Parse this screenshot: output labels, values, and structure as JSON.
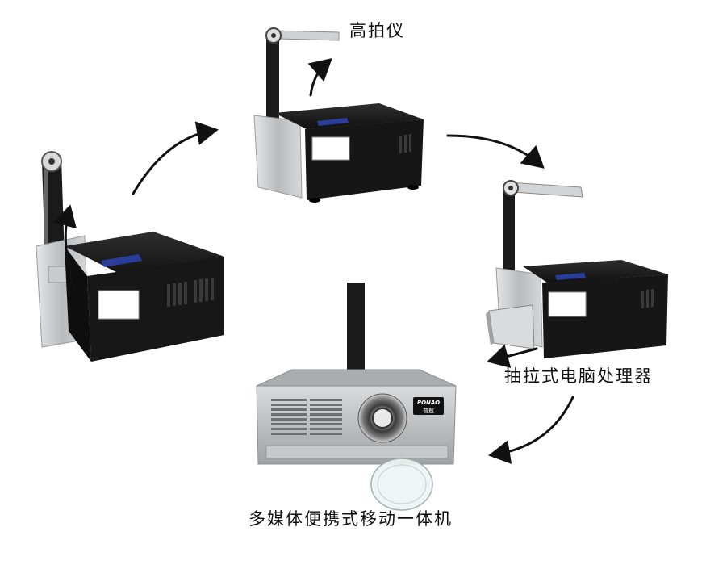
{
  "labels": {
    "document_camera": "高拍仪",
    "drawer_computer": "抽拉式电脑处理器",
    "multimedia_unit": "多媒体便携式移动一体机"
  },
  "brand": {
    "name": "PONAO",
    "subname": "普敖"
  },
  "colors": {
    "text": "#111111",
    "arrow": "#111111",
    "chassis_black": "#161616",
    "chassis_silver": "#bfc3c6",
    "screen_blue": "#2a3d9a"
  },
  "icons": [
    "curved-arrow-icon"
  ]
}
